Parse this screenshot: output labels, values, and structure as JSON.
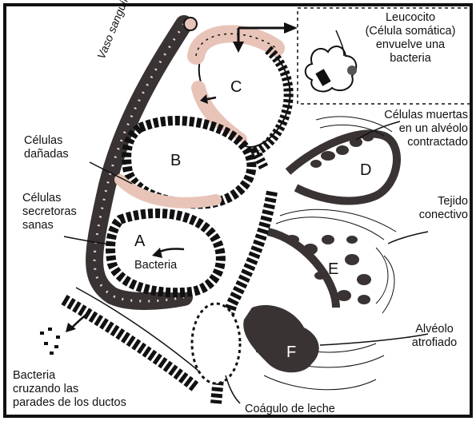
{
  "labels": {
    "vaso": "Vaso sanguíneo",
    "leucocito": "Leucocito\n(Célula somática)\nenvuelve una\nbacteria",
    "danadas": "Células\ndañadas",
    "secretoras": "Células\nsecretoras\nsanas",
    "bacteria": "Bacteria",
    "muertas": "Células muertas\nen un alvéolo\ncontractado",
    "tejido": "Tejido\nconectivo",
    "atrofiado": "Alvéolo\natrofiado",
    "cruzando": "Bacteria\ncruzando las\nparades de los ductos",
    "coagulo": "Coágulo de leche"
  },
  "alveoli": {
    "a": "A",
    "b": "B",
    "c": "C",
    "d": "D",
    "e": "E",
    "f": "F"
  },
  "colors": {
    "ink": "#111111",
    "vessel": "#3a3333",
    "damaged": "#e8c4b8",
    "wall": "#ffffff"
  }
}
